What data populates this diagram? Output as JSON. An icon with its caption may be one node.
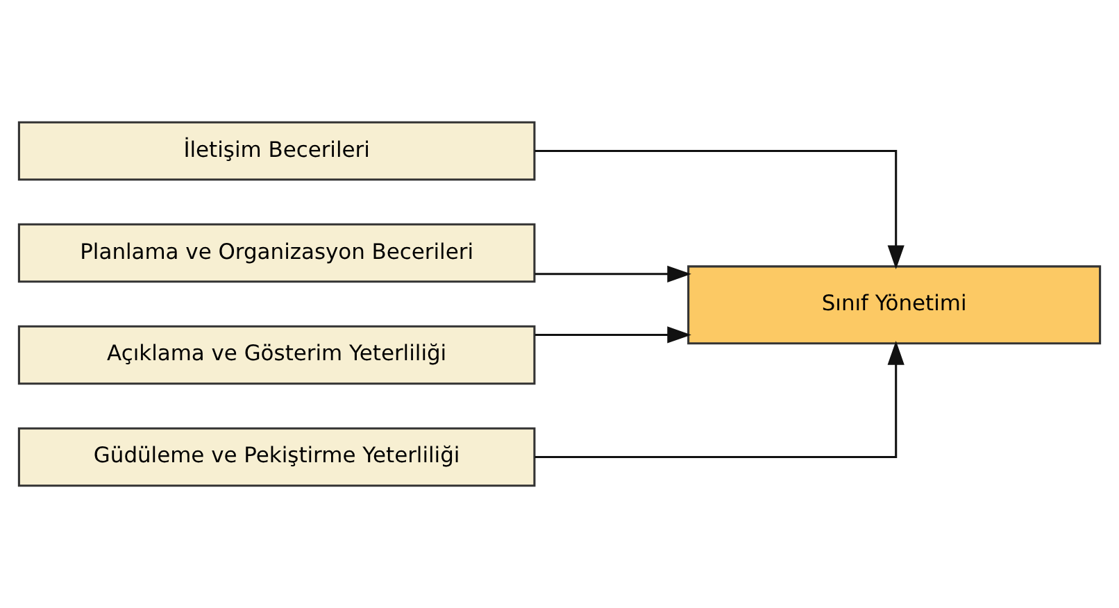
{
  "diagram": {
    "nodes": [
      {
        "text": [
          "İletişim Becerileri"
        ]
      },
      {
        "text": [
          "Planlama ve Organizasyon Becerileri"
        ]
      },
      {
        "text": [
          "Sınıf Yönetimi"
        ]
      },
      {
        "text": [
          "Açıklama ve Gösterim Yeterliliği"
        ]
      },
      {
        "text": [
          "Güdüleme ve Pekiştirme Yeterliliği"
        ]
      }
    ],
    "edges": [
      {
        "from": 0,
        "to": 2,
        "arrow": "to"
      },
      {
        "from": 1,
        "to": 2,
        "arrow": "to"
      },
      {
        "from": 3,
        "to": 2,
        "arrow": "to"
      },
      {
        "from": 4,
        "to": 2,
        "arrow": "to"
      }
    ]
  }
}
